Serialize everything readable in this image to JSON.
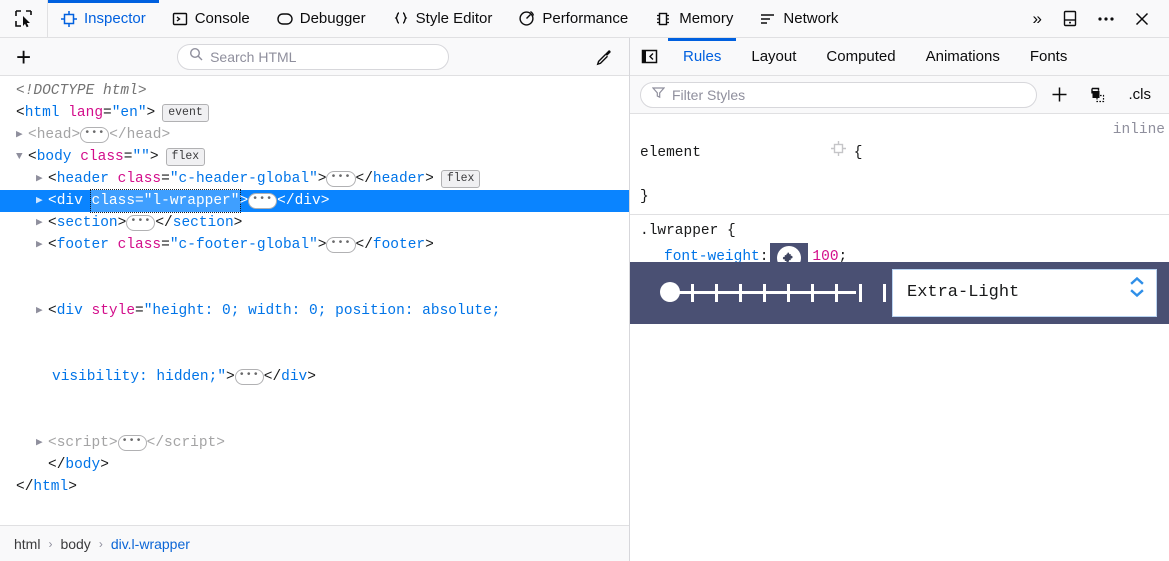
{
  "toolbar": {
    "picker_icon": "element-picker-icon",
    "tabs": [
      {
        "label": "Inspector",
        "icon": "inspector-icon",
        "selected": true
      },
      {
        "label": "Console",
        "icon": "console-icon",
        "selected": false
      },
      {
        "label": "Debugger",
        "icon": "debugger-icon",
        "selected": false
      },
      {
        "label": "Style Editor",
        "icon": "style-editor-icon",
        "selected": false
      },
      {
        "label": "Performance",
        "icon": "performance-icon",
        "selected": false
      },
      {
        "label": "Memory",
        "icon": "memory-icon",
        "selected": false
      },
      {
        "label": "Network",
        "icon": "network-icon",
        "selected": false
      }
    ],
    "overflow_label": "»",
    "overflow_icon": "chevron-double-right-icon",
    "dock_icon": "dock-to-bottom-icon",
    "meatball_icon": "meatball-menu-icon",
    "close_icon": "close-icon",
    "accent_color": "#0060df"
  },
  "markup_toolbar": {
    "add_node_label": "+",
    "add_node_icon": "plus-icon",
    "search": {
      "placeholder": "Search HTML",
      "value": "",
      "icon": "search-icon"
    },
    "eyedropper_icon": "eyedropper-icon"
  },
  "dom": {
    "doctype": "<!DOCTYPE html>",
    "nodes": [
      {
        "id": "html-open",
        "text": "<html lang=\"en\">",
        "badge": "event"
      },
      {
        "id": "head",
        "text": "<head>",
        "close": "</head>"
      },
      {
        "id": "body-open",
        "text": "<body class=\"\">",
        "badge": "flex"
      },
      {
        "id": "header",
        "text": "<header class=\"c-header-global\">",
        "close": "</header>",
        "badge": "flex"
      },
      {
        "id": "div-wrapper",
        "text": "<div class=\"l-wrapper\">",
        "close": "</div>",
        "selected": true
      },
      {
        "id": "section",
        "text": "<section>",
        "close": "</section>"
      },
      {
        "id": "footer",
        "text": "<footer class=\"c-footer-global\">",
        "close": "</footer>"
      },
      {
        "id": "div-hidden",
        "text": "<div style=\"height: 0; width: 0; position: absolute; visibility: hidden;\">",
        "close": "</div>"
      },
      {
        "id": "script",
        "text": "<script>",
        "close": "</script>"
      },
      {
        "id": "body-close",
        "text": "</body>"
      },
      {
        "id": "html-close",
        "text": "</html>"
      }
    ],
    "parts": {
      "html_tag": "html",
      "html_attr": "lang",
      "html_attr_value": "\"en\"",
      "head_tag": "head",
      "body_tag": "body",
      "body_attr": "class",
      "body_attr_value": "\"\"",
      "header_tag": "header",
      "header_attr": "class",
      "header_attr_value": "\"c-header-global\"",
      "div_tag": "div",
      "div_attr": "class",
      "div_attr_value": "\"l-wrapper\"",
      "section_tag": "section",
      "footer_tag": "footer",
      "footer_attr": "class",
      "footer_attr_value": "\"c-footer-global\"",
      "hidden_tag": "div",
      "hidden_attr": "style",
      "hidden_attr_value_line1": "\"height: 0; width: 0; position: absolute;",
      "hidden_attr_value_line2": "visibility: hidden;\"",
      "script_tag": "script",
      "ellipsis": "…"
    },
    "badges": {
      "event": "event",
      "flex": "flex"
    },
    "selection_color": "#0a84ff"
  },
  "breadcrumb": {
    "items": [
      {
        "label": "html",
        "active": false
      },
      {
        "label": "body",
        "active": false
      },
      {
        "label": "div.l-wrapper",
        "active": true
      }
    ],
    "separator": "›"
  },
  "rules_panel": {
    "collapse_icon": "collapse-pane-icon",
    "tabs": [
      {
        "label": "Rules",
        "selected": true
      },
      {
        "label": "Layout",
        "selected": false
      },
      {
        "label": "Computed",
        "selected": false
      },
      {
        "label": "Animations",
        "selected": false
      },
      {
        "label": "Fonts",
        "selected": false
      }
    ],
    "filter": {
      "placeholder": "Filter Styles",
      "value": "",
      "icon": "filter-icon"
    },
    "add_rule_label": "+",
    "add_rule_icon": "plus-icon",
    "pseudo_class_icon": "pseudo-class-icon",
    "cls_label": ".cls",
    "rules": [
      {
        "selector": "element",
        "selector_icon": "element-badge-icon",
        "open_brace": "{",
        "close_brace": "}",
        "source": "inline",
        "declarations": []
      },
      {
        "selector": ".lwrapper",
        "open_brace": "{",
        "close_brace": "}",
        "declarations": [
          {
            "property": "font-weight",
            "colon": ":",
            "value": "100",
            "semicolon": ";",
            "swatch_icon": "puzzle-piece-icon"
          }
        ]
      }
    ]
  },
  "font_weight_popup": {
    "background_color": "#4a5073",
    "slider": {
      "min": 100,
      "max": 900,
      "value": 100,
      "ticks": 9
    },
    "field_value": "Extra-Light",
    "stepper_up_icon": "chevron-up-icon",
    "stepper_down_icon": "chevron-down-icon",
    "stepper_color": "#2f8fe8"
  }
}
